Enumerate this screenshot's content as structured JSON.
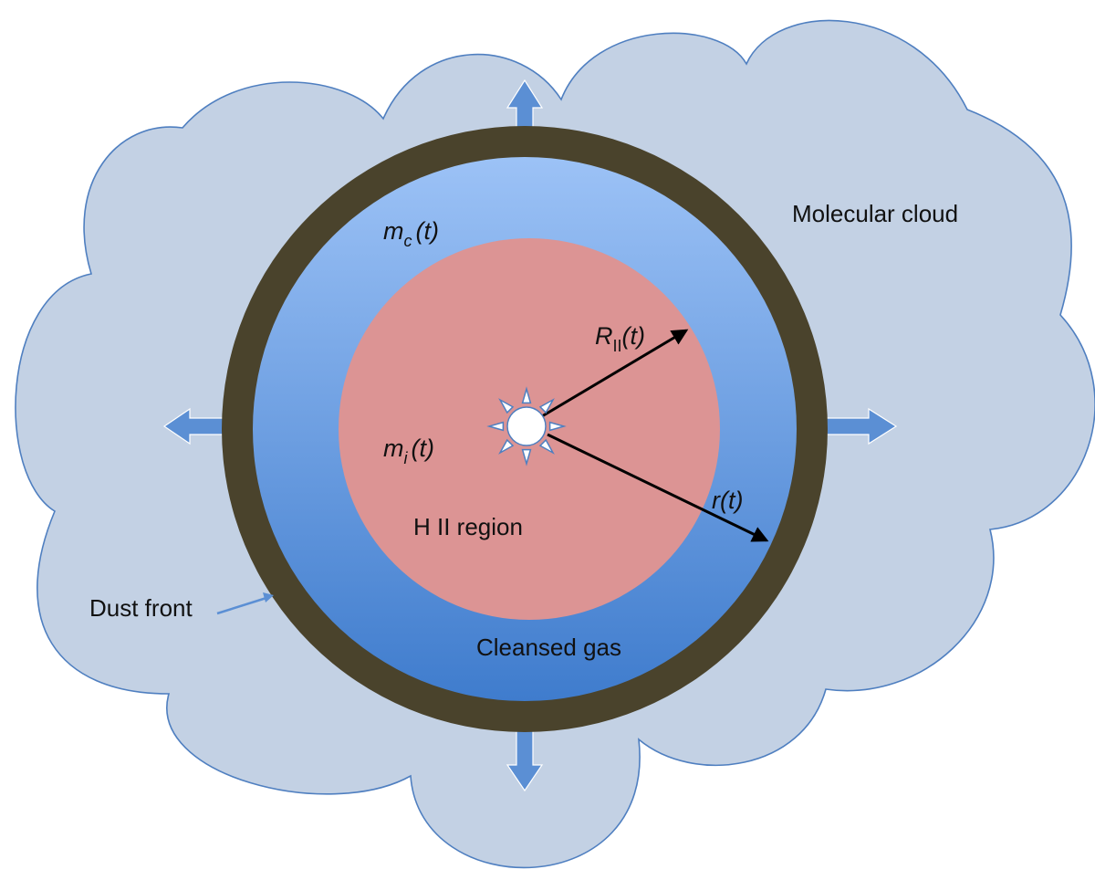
{
  "colors": {
    "cloud_fill": "#c3d1e4",
    "cloud_stroke": "#4f7fc0",
    "dust_front": "#4a432c",
    "cleansed_gas_top": "#9cc2f6",
    "cleansed_gas_bottom": "#3f7ccd",
    "h2_region": "#dc9494",
    "expansion_arrow": "#5b8fd4",
    "radius_arrow": "#000000",
    "star": "#ffffff"
  },
  "labels": {
    "molecular_cloud": "Molecular cloud",
    "dust_front": "Dust front",
    "cleansed_gas": "Cleansed gas",
    "h2_region": "H II region",
    "mc_main": "m",
    "mc_sub": "c",
    "mc_tail": "(t)",
    "mi_main": "m",
    "mi_sub": "i",
    "mi_tail": "(t)",
    "rii_main": "R",
    "rii_sub": "II",
    "rii_tail": "(t)",
    "r_shell": "r(t)"
  },
  "icons": {
    "star": "star-icon",
    "expansion": "block-arrow-icon"
  }
}
